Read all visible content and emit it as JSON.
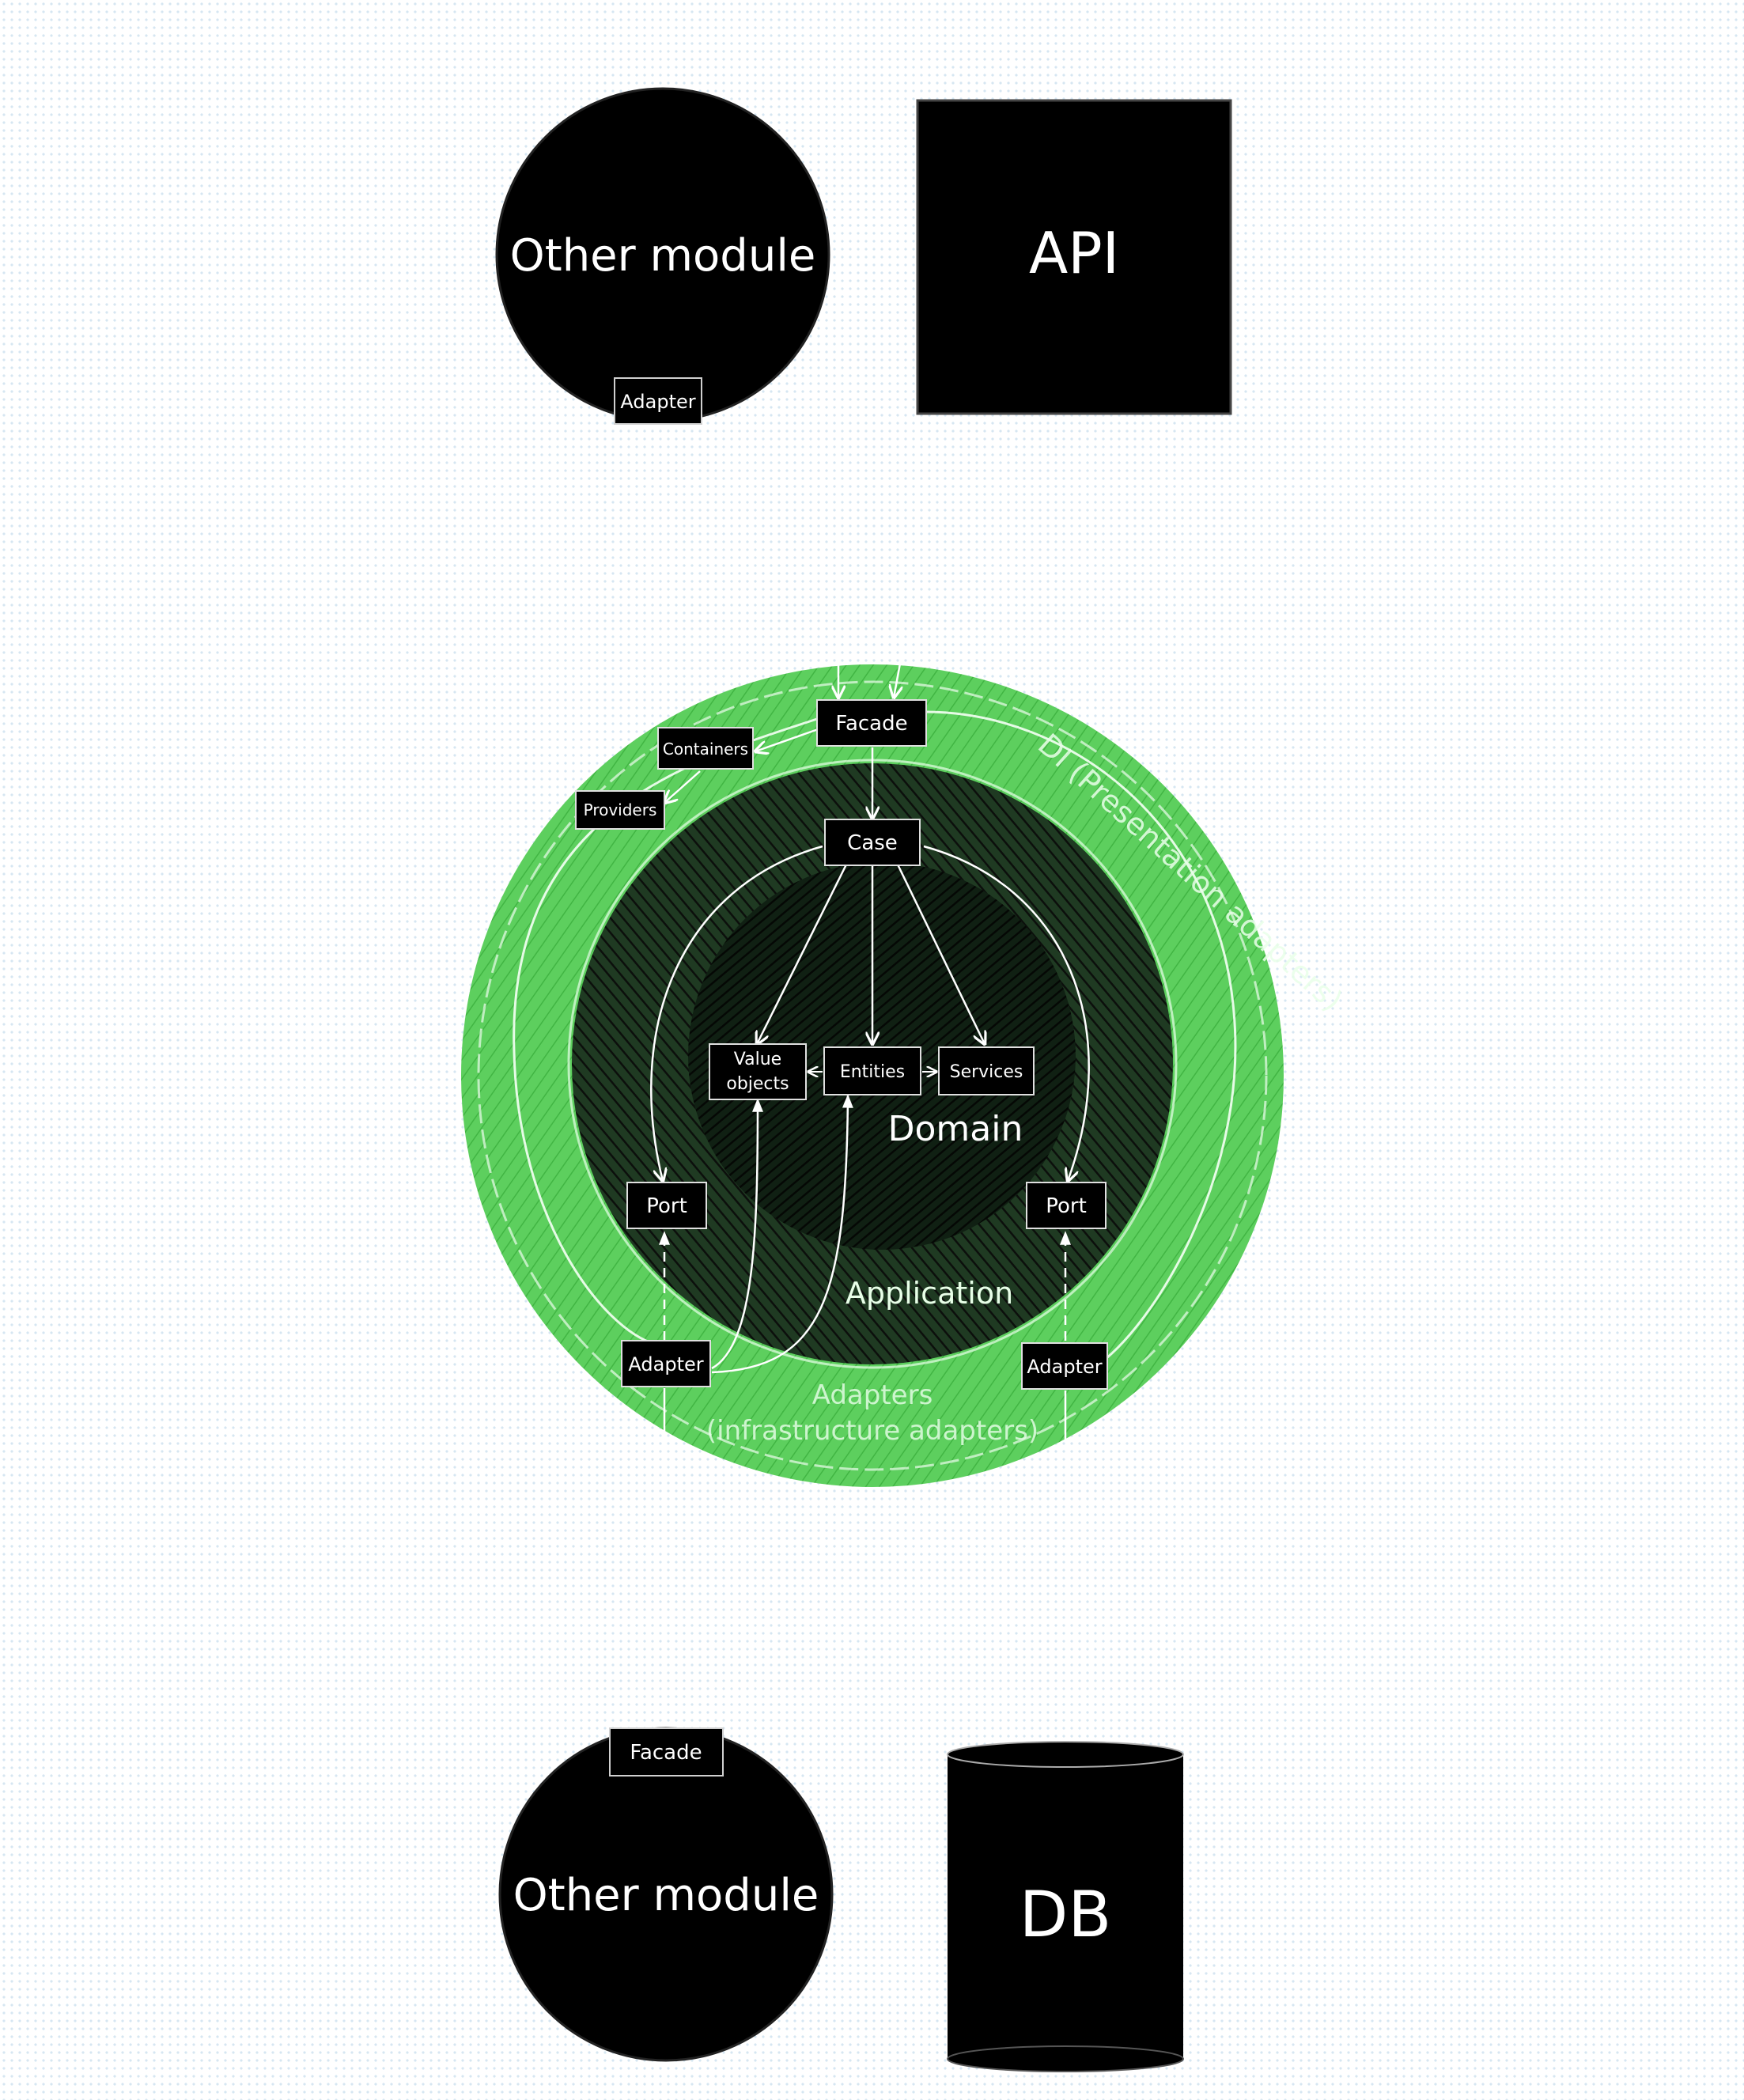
{
  "top": {
    "other_module": {
      "title": "Other module",
      "adapter_label": "Adapter"
    },
    "api": {
      "title": "API"
    }
  },
  "bottom": {
    "other_module": {
      "title": "Other module",
      "facade_label": "Facade"
    },
    "db": {
      "title": "DB"
    }
  },
  "layers": {
    "outer_label": "DI (Presentation adapters)",
    "adapters_label_1": "Adapters",
    "adapters_label_2": "(infrastructure adapters)",
    "application_label": "Application",
    "domain_label": "Domain"
  },
  "boxes": {
    "facade": "Facade",
    "containers": "Containers",
    "providers": "Providers",
    "case": "Case",
    "value_objects_1": "Value",
    "value_objects_2": "objects",
    "entities": "Entities",
    "services": "Services",
    "port_left": "Port",
    "port_right": "Port",
    "adapter_left": "Adapter",
    "adapter_right": "Adapter"
  },
  "colors": {
    "green": "#4cc94e",
    "dark_green": "#2a7a30",
    "black": "#000000",
    "white": "#ffffff"
  }
}
